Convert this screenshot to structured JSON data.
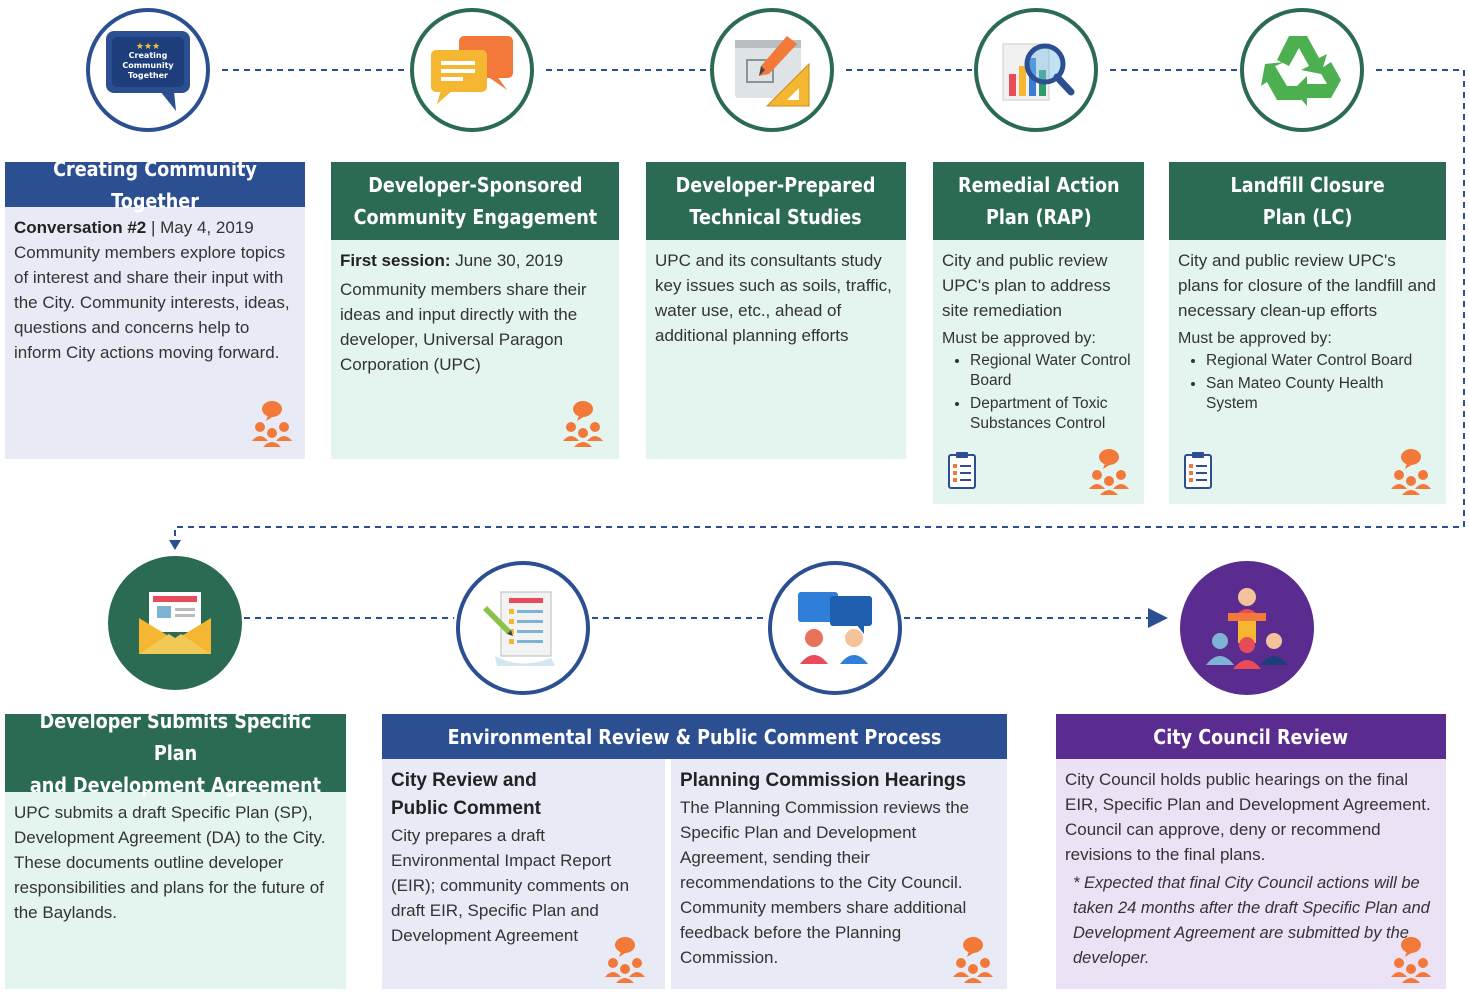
{
  "top_row": [
    {
      "icon": "speech-bubble-logo-icon",
      "logo_text": "Creating Community Together",
      "title": "Creating Community Together",
      "lead_label": "Conversation #2",
      "lead_sep": " | ",
      "lead_value": "May 4, 2019",
      "text": "Community members explore topics of interest and share their input with the City. Community interests, ideas, questions and concerns help to inform City actions moving forward."
    },
    {
      "icon": "chat-bubbles-icon",
      "title_line1": "Developer-Sponsored",
      "title_line2": "Community Engagement",
      "lead_label": "First session:",
      "lead_value": " June 30, 2019",
      "text": "Community members share their ideas and input directly with the developer, Universal Paragon Corporation (UPC)"
    },
    {
      "icon": "blueprint-ruler-icon",
      "title_line1": "Developer-Prepared",
      "title_line2": "Technical Studies",
      "text": "UPC and its consultants study key issues such as soils, traffic, water use, etc., ahead of additional planning efforts"
    },
    {
      "icon": "magnifier-chart-icon",
      "title_line1": "Remedial Action",
      "title_line2": "Plan (RAP)",
      "text": "City and public review UPC's plan to address site remediation",
      "approved_label": "Must be approved by:",
      "approvers": [
        "Regional Water Control Board",
        "Department of Toxic Substances Control"
      ]
    },
    {
      "icon": "recycle-icon",
      "title_line1": "Landfill Closure",
      "title_line2": "Plan (LC)",
      "text": "City and public review UPC's plans for closure of the landfill and necessary clean-up efforts",
      "approved_label": "Must be approved by:",
      "approvers": [
        "Regional Water Control Board",
        "San Mateo County Health System"
      ]
    }
  ],
  "bottom_row": {
    "developer": {
      "icon": "envelope-icon",
      "title_line1": "Developer Submits Specific Plan",
      "title_line2": "and Development Agreement",
      "text": "UPC submits a draft Specific Plan (SP), Development Agreement (DA) to the City. These documents outline developer responsibilities and plans for the future of the Baylands."
    },
    "environmental": {
      "icon_left": "document-checklist-icon",
      "icon_right": "discussion-icon",
      "title": "Environmental Review & Public Comment Process",
      "left_title_line1": "City Review and",
      "left_title_line2": "Public Comment",
      "left_text": "City prepares a draft Environmental Impact Report (EIR); community comments on draft EIR, Specific Plan and Development Agreement",
      "right_title": "Planning Commission Hearings",
      "right_text": "The Planning Commission reviews the Specific Plan and Development Agreement, sending their recommendations to the City Council. Community members share additional feedback before the Planning Commission."
    },
    "council": {
      "icon": "podium-audience-icon",
      "title": "City Council Review",
      "text": "City Council holds public hearings on the final EIR, Specific Plan and Development Agreement. Council can approve, deny or recommend revisions to the final plans.",
      "note": "* Expected that final City Council actions will be taken 24 months after the draft Specific Plan and Development Agreement are submitted by the developer."
    }
  },
  "colors": {
    "green": "#2c6b53",
    "blue": "#2c4f92",
    "purple": "#5a2c8f",
    "light_green": "#e4f4ee",
    "light_blue": "#e8ebf5",
    "light_purple": "#ece2f5",
    "connector": "#2c4f92"
  }
}
